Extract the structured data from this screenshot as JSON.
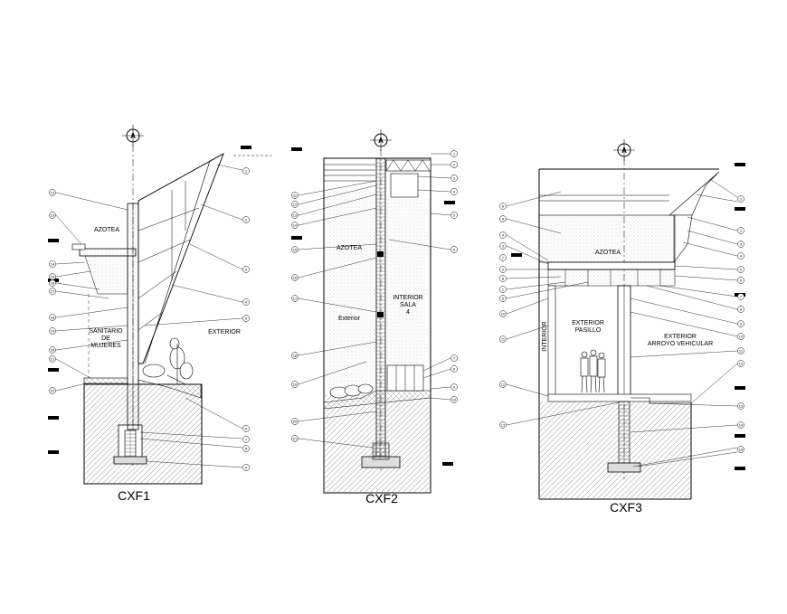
{
  "sections": [
    {
      "id": "CXF1",
      "caption": "CXF1",
      "axis": "A",
      "rooms": {
        "azotea": "AZOTEA",
        "sanitario": [
          "SANITARIO",
          "DE",
          "MUJERES"
        ],
        "exterior": "EXTERIOR"
      },
      "callouts_right": [
        "1",
        "2",
        "3",
        "4",
        "5",
        "6",
        "7",
        "8",
        "9"
      ],
      "callouts_left": [
        "12",
        "13",
        "14",
        "15",
        "16",
        "17",
        "18",
        "19",
        "20",
        "21",
        "22"
      ]
    },
    {
      "id": "CXF2",
      "caption": "CXF2",
      "axis": "A",
      "rooms": {
        "azotea": "AZOTEA",
        "interior": [
          "INTERIOR",
          "SALA",
          "4"
        ],
        "exterior": "Exterior"
      },
      "callouts_right": [
        "1",
        "2",
        "3",
        "4",
        "5",
        "6",
        "7",
        "8",
        "9",
        "10"
      ],
      "callouts_left": [
        "11",
        "12",
        "13",
        "14",
        "15",
        "16",
        "17",
        "18",
        "19",
        "20",
        "21"
      ]
    },
    {
      "id": "CXF3",
      "caption": "CXF3",
      "axis": "A",
      "rooms": {
        "azotea": "AZOTEA",
        "pasillo": [
          "EXTERIOR",
          "PASILLO"
        ],
        "arroyo": [
          "EXTERIOR",
          "ARROYO VEHICULAR"
        ],
        "interior": "INTERIOR"
      },
      "callouts_right": [
        "1",
        "2",
        "3",
        "4",
        "5",
        "6",
        "7",
        "8",
        "9",
        "10",
        "11",
        "12",
        "13",
        "14",
        "15"
      ],
      "callouts_left": [
        "1",
        "2",
        "3",
        "4",
        "5",
        "6",
        "7",
        "8",
        "9",
        "10",
        "11",
        "12",
        "13"
      ]
    }
  ]
}
